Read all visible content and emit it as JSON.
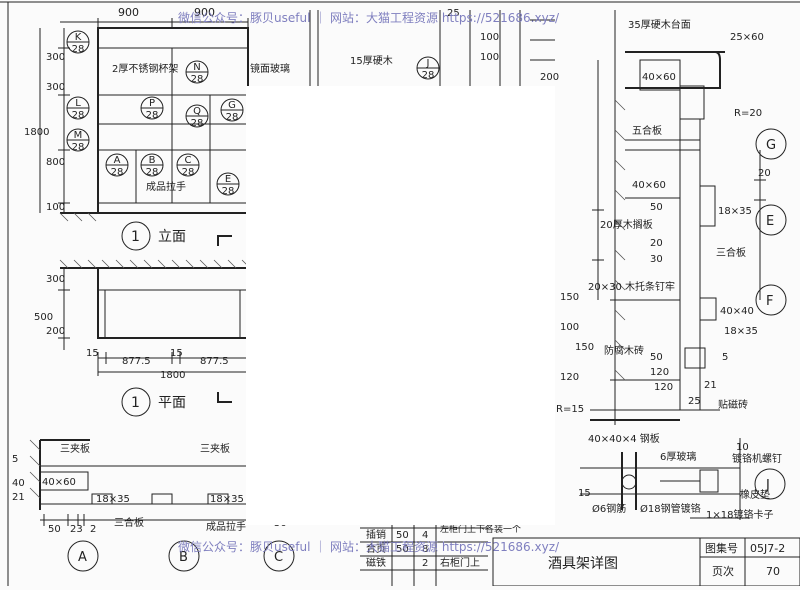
{
  "watermark": {
    "top": "微信公众号：豚贝useful ｜ 网站：大猫工程资源 https://521686.xyz/",
    "bottom": "微信公众号：豚贝useful ｜ 网站：大猫工程资源 https://521686.xyz/"
  },
  "title_block": {
    "drawing_title": "酒具架详图",
    "atlas_no_label": "图集号",
    "atlas_no": "05J7-2",
    "page_label": "页次",
    "page_no": "70"
  },
  "elevation": {
    "dims_top": [
      "900",
      "900"
    ],
    "dims_left": [
      "300",
      "300",
      "1800",
      "800",
      "100"
    ],
    "dims_right": [
      "25",
      "100",
      "100",
      "200"
    ],
    "bubbles": [
      {
        "id": "K",
        "num": "28"
      },
      {
        "id": "L",
        "num": "28"
      },
      {
        "id": "M",
        "num": "28"
      },
      {
        "id": "N",
        "num": "28"
      },
      {
        "id": "P",
        "num": "28"
      },
      {
        "id": "Q",
        "num": "28"
      },
      {
        "id": "G",
        "num": "28"
      },
      {
        "id": "A",
        "num": "28"
      },
      {
        "id": "B",
        "num": "28"
      },
      {
        "id": "C",
        "num": "28"
      },
      {
        "id": "E",
        "num": "28"
      },
      {
        "id": "J",
        "num": "28"
      }
    ],
    "notes": [
      "2厚不锈钢杯架",
      "镜面玻璃",
      "15厚硬木",
      "成品拉手"
    ],
    "label": "立面",
    "label_num": "1"
  },
  "plan": {
    "dims_left": [
      "300",
      "500",
      "200"
    ],
    "dims_bottom": [
      "15",
      "877.5",
      "15",
      "877.5"
    ],
    "total": "1800",
    "label": "平面",
    "label_num": "1"
  },
  "section_bottom": {
    "labels": [
      "三夹板",
      "三夹板",
      "三合板",
      "成品拉手"
    ],
    "dims": [
      "40×60",
      "18×35",
      "18×35",
      "21",
      "40",
      "5",
      "50",
      "23",
      "2",
      "50"
    ],
    "bubbles": [
      "A",
      "B",
      "C"
    ]
  },
  "detail_right": {
    "labels": [
      "35厚硬木台面",
      "25×60",
      "40×60",
      "R=20",
      "五合板",
      "40×60",
      "20厚木搁板",
      "18×35",
      "20×30 木托条钉牢",
      "三合板",
      "40×40",
      "18×35",
      "防腐木砖",
      "贴磁砖",
      "R=15"
    ],
    "dims": [
      "50",
      "20",
      "30",
      "20",
      "150",
      "100",
      "150",
      "120",
      "50",
      "21",
      "25",
      "120",
      "120",
      "5"
    ],
    "bubbles": [
      "G",
      "E",
      "F"
    ]
  },
  "detail_j": {
    "labels": [
      "40×40×4 钢板",
      "6厚玻璃",
      "镀铬机螺钉",
      "橡皮垫",
      "Ø6钢筋",
      "Ø18钢管镀铬",
      "1×18镀铬卡子"
    ],
    "dims": [
      "10",
      "15"
    ],
    "bubble": "J"
  },
  "hardware_table": {
    "rows": [
      [
        "插销",
        "50",
        "4",
        "左柜门上下各装一个"
      ],
      [
        "合页",
        "50",
        "8",
        ""
      ],
      [
        "磁铁",
        "",
        "2",
        "右柜门上"
      ]
    ]
  }
}
